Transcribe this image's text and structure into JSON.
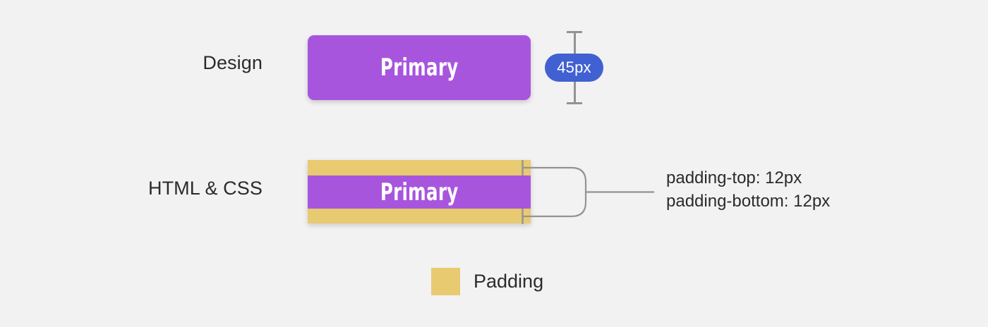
{
  "background_color": "#f2f2f3",
  "rows": [
    {
      "label": "Design"
    },
    {
      "label": "HTML & CSS"
    }
  ],
  "design": {
    "label": "Design",
    "button_text": "Primary",
    "button_color": "#a855de",
    "button_text_color": "#ffffff",
    "measurement": {
      "value": "45px",
      "badge_color": "#4161d2",
      "badge_text_color": "#ffffff",
      "line_color": "#939393"
    }
  },
  "htmlcss": {
    "label": "HTML & CSS",
    "button_text": "Primary",
    "content_color": "#a855de",
    "padding_color": "#e8ca70",
    "bracket_color": "#939393",
    "annotations": [
      "padding-top: 12px",
      "padding-bottom: 12px"
    ]
  },
  "legend": {
    "swatch_color": "#e8ca70",
    "label": "Padding"
  }
}
